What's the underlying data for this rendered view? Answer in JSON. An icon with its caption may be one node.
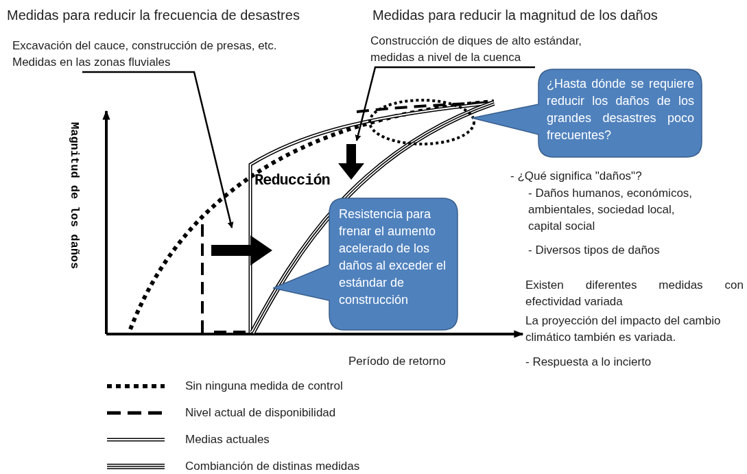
{
  "diagram": {
    "nodes": [
      {
        "text": [
          "Excavación del cauce, construcción de presas, etc.",
          "Medidas en las zonas fluviales"
        ]
      },
      {
        "text": [
          "Construcción de diques de alto estándar, medidas a nivel de la cuenca"
        ]
      },
      {
        "text": [
          "¿Hasta dónde se requiere reducir los daños de los grandes desastres poco frecuentes?"
        ]
      },
      {
        "text": [
          "Resistencia para frenar el aumento acelerado de los daños al exceder el estándar de construcción"
        ]
      }
    ],
    "edges": [
      {
        "from": 0,
        "to": null,
        "arrow": "to"
      },
      {
        "from": 1,
        "to": null,
        "arrow": "to"
      }
    ],
    "labels": [
      "Medidas para reducir la frecuencia de desastres",
      "Medidas para reducir la magnitud de los daños",
      "Magnitud de los daños",
      "Reducción",
      "Período de retorno",
      "- ¿Qué significa \"daños\"?",
      "- Daños humanos, económicos, ambientales, sociedad local, capital social",
      "- Diversos tipos de daños",
      "Existen diferentes medidas con efectividad variada",
      "La proyección del impacto del cambio climático también es variada.",
      "- Respuesta a lo incierto"
    ],
    "legend": [
      {
        "text": "Sin ninguna medida de control"
      },
      {
        "text": "Nivel actual de disponibilidad"
      },
      {
        "text": "Medias actuales"
      },
      {
        "text": "Combianción de distinas medidas"
      }
    ]
  }
}
